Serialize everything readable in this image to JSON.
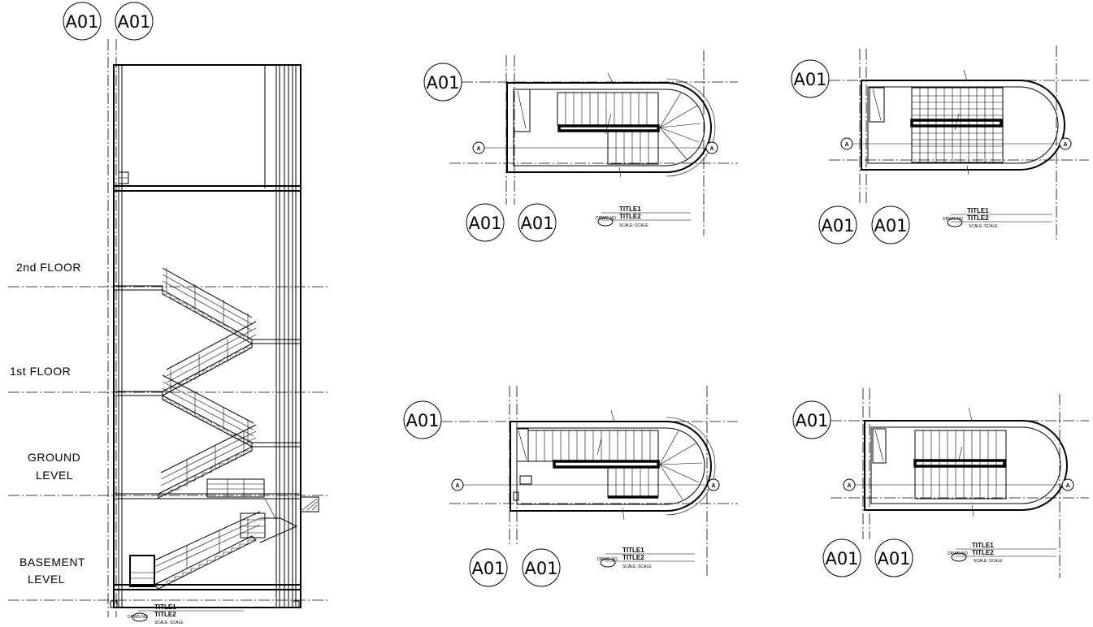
{
  "grid_bubble_label": "A01",
  "section_marker_label": "A",
  "levels": [
    {
      "id": "2nd",
      "label": "2nd  FLOOR"
    },
    {
      "id": "1st",
      "label": "1st  FLOOR"
    },
    {
      "id": "ground_1",
      "label": "GROUND"
    },
    {
      "id": "ground_2",
      "label": "LEVEL"
    },
    {
      "id": "basement_1",
      "label": "BASEMENT"
    },
    {
      "id": "basement_2",
      "label": "LEVEL"
    }
  ],
  "title_block": {
    "title1": "TITLE1",
    "title2": "TITLE2",
    "drawing_no": "DRWG-NO",
    "scale": "SCALE: SCALE"
  }
}
